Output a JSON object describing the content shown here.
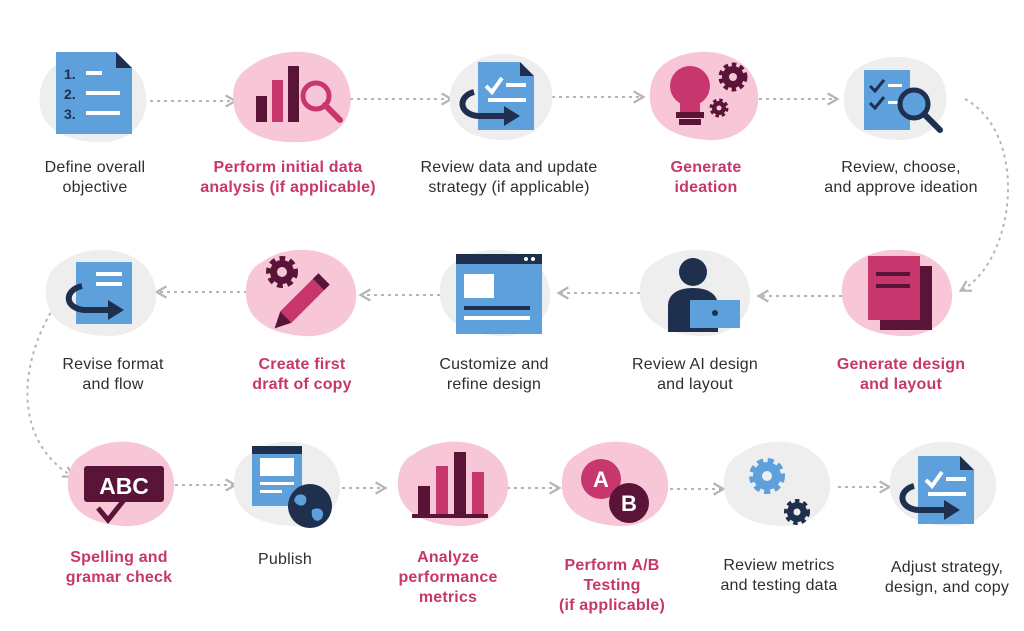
{
  "colors": {
    "blue": "#5da0dc",
    "navy": "#1f2f4e",
    "pink_bg": "#f7c7d8",
    "gray_bg": "#eeeeee",
    "magenta": "#c8366e",
    "plum": "#5a1438",
    "arrow": "#b5b5b5",
    "text": "#2e2e2e"
  },
  "steps": [
    {
      "id": "define-objective",
      "lines": [
        "Define overall",
        "objective"
      ],
      "highlight": false,
      "icon": "numbered-list-document-icon"
    },
    {
      "id": "initial-data-analysis",
      "lines": [
        "Perform initial data",
        "analysis (if applicable)"
      ],
      "highlight": true,
      "icon": "bar-chart-magnifier-icon"
    },
    {
      "id": "review-data-update-strategy",
      "lines": [
        "Review data and update",
        "strategy (if applicable)"
      ],
      "highlight": false,
      "icon": "document-revise-arrow-icon"
    },
    {
      "id": "generate-ideation",
      "lines": [
        "Generate",
        "ideation"
      ],
      "highlight": true,
      "icon": "lightbulb-gears-icon"
    },
    {
      "id": "review-approve-ideation",
      "lines": [
        "Review, choose,",
        "and approve ideation"
      ],
      "highlight": false,
      "icon": "checklist-magnifier-icon"
    },
    {
      "id": "generate-design-layout",
      "lines": [
        "Generate design",
        "and layout"
      ],
      "highlight": true,
      "icon": "stacked-documents-icon"
    },
    {
      "id": "review-ai-design",
      "lines": [
        "Review AI design",
        "and layout"
      ],
      "highlight": false,
      "icon": "person-laptop-icon"
    },
    {
      "id": "customize-refine-design",
      "lines": [
        "Customize and",
        "refine design"
      ],
      "highlight": false,
      "icon": "browser-window-icon"
    },
    {
      "id": "create-first-draft",
      "lines": [
        "Create first",
        "draft of copy"
      ],
      "highlight": true,
      "icon": "gear-pencil-icon"
    },
    {
      "id": "revise-format-flow",
      "lines": [
        "Revise format",
        "and flow"
      ],
      "highlight": false,
      "icon": "document-loop-arrow-icon"
    },
    {
      "id": "spelling-grammar-check",
      "lines": [
        "Spelling and",
        "gramar check"
      ],
      "highlight": true,
      "icon": "abc-check-icon",
      "icon_text": "ABC"
    },
    {
      "id": "publish",
      "lines": [
        "Publish"
      ],
      "highlight": false,
      "icon": "document-globe-icon"
    },
    {
      "id": "analyze-performance",
      "lines": [
        "Analyze",
        "performance",
        "metrics"
      ],
      "highlight": true,
      "icon": "bar-chart-icon"
    },
    {
      "id": "ab-testing",
      "lines": [
        "Perform A/B",
        "Testing",
        "(if applicable)"
      ],
      "highlight": true,
      "icon": "ab-circles-icon",
      "icon_text_a": "A",
      "icon_text_b": "B"
    },
    {
      "id": "review-metrics",
      "lines": [
        "Review metrics",
        "and testing data"
      ],
      "highlight": false,
      "icon": "gears-icon"
    },
    {
      "id": "adjust-strategy",
      "lines": [
        "Adjust strategy,",
        "design, and copy"
      ],
      "highlight": false,
      "icon": "document-revise-arrow-icon"
    }
  ]
}
